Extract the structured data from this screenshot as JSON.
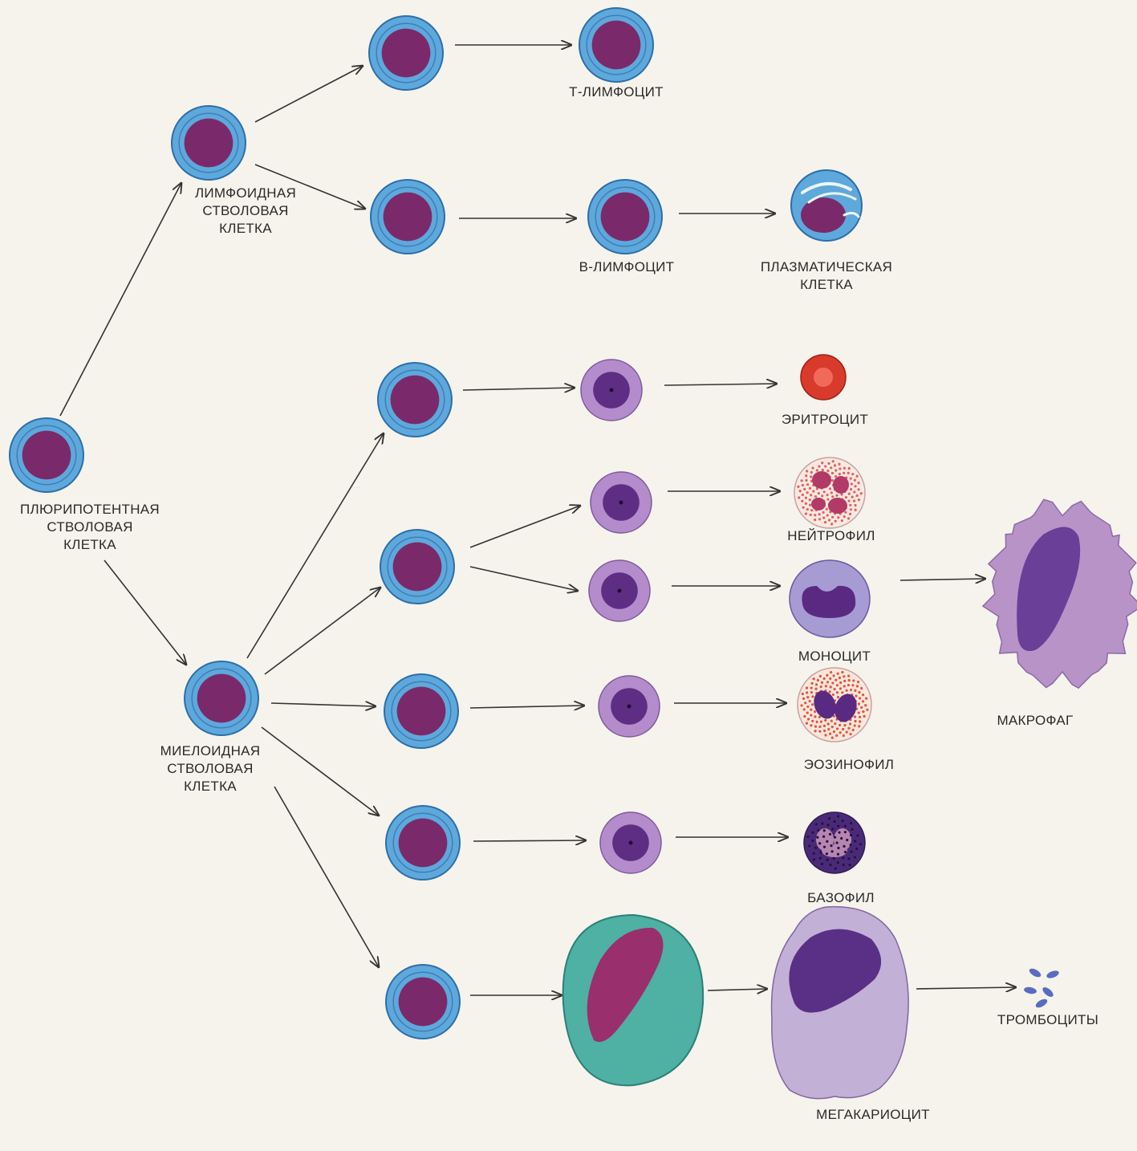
{
  "labels": {
    "pluripotent": [
      "ПЛЮРИПОТЕНТНАЯ",
      "СТВОЛОВАЯ",
      "КЛЕТКА"
    ],
    "lymphoid": [
      "ЛИМФОИДНАЯ",
      "СТВОЛОВАЯ",
      "КЛЕТКА"
    ],
    "myeloid": [
      "МИЕЛОИДНАЯ",
      "СТВОЛОВАЯ",
      "КЛЕТКА"
    ],
    "t_lymphocyte": [
      "Т-ЛИМФОЦИТ"
    ],
    "b_lymphocyte": [
      "В-ЛИМФОЦИТ"
    ],
    "plasma_cell": [
      "ПЛАЗМАТИЧЕСКАЯ",
      "КЛЕТКА"
    ],
    "erythrocyte": [
      "ЭРИТРОЦИТ"
    ],
    "neutrophil": [
      "НЕЙТРОФИЛ"
    ],
    "monocyte": [
      "МОНОЦИТ"
    ],
    "macrophage": [
      "МАКРОФАГ"
    ],
    "eosinophil": [
      "ЭОЗИНОФИЛ"
    ],
    "basophil": [
      "БАЗОФИЛ"
    ],
    "megakaryocyte": [
      "МЕГАКАРИОЦИТ"
    ],
    "platelets": [
      "ТРОМБОЦИТЫ"
    ]
  },
  "colors": {
    "background": "#f5f3ec",
    "stem_cytoplasm": "#5ea8dc",
    "stem_ring": "#2d6ea8",
    "stem_nucleus": "#7a2a6a",
    "precursor_cytoplasm": "#b48ccc",
    "precursor_nucleus": "#5e2e84",
    "erythrocyte": "#d83a2c",
    "neutrophil_granules": "#e0605a",
    "nucleus_dark": "#5a2a82",
    "megakaryoblast_cytoplasm": "#4fb0a4",
    "megakaryoblast_nucleus": "#9a2f6e",
    "megakaryocyte_cytoplasm": "#c3b0d6",
    "macrophage_cytoplasm": "#b893c8",
    "platelet": "#5a6cc0",
    "arrow": "#333333"
  }
}
